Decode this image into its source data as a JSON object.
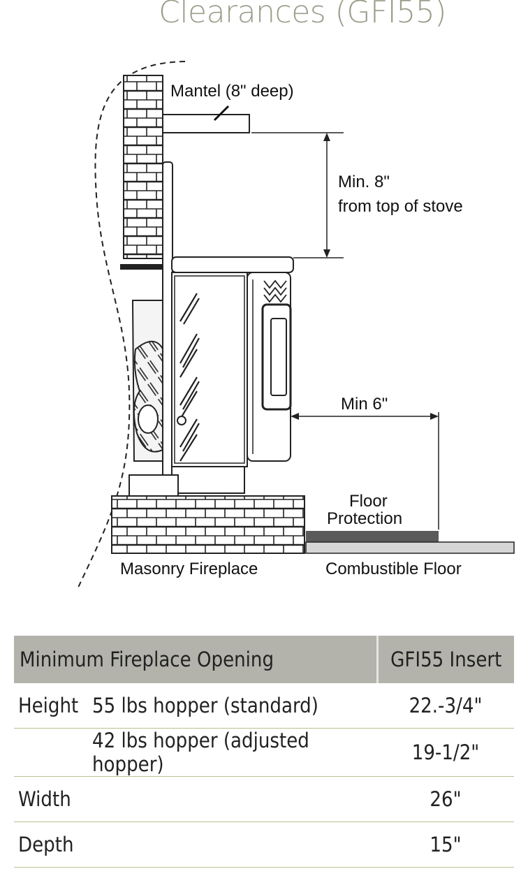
{
  "title": "Clearances (GFI55)",
  "diagram": {
    "mantel_label": "Mantel (8\" deep)",
    "top_clearance_line1": "Min. 8\"",
    "top_clearance_line2": "from top of stove",
    "side_clearance": "Min 6\"",
    "floor_protection_line1": "Floor",
    "floor_protection_line2": "Protection",
    "masonry_label": "Masonry Fireplace",
    "combustible_label": "Combustible Floor"
  },
  "table": {
    "headers": [
      "Minimum Fireplace Opening",
      "GFI55 Insert"
    ],
    "rows": [
      {
        "label": "Height",
        "desc": "55 lbs hopper (standard)",
        "value": "22.-3/4\""
      },
      {
        "label": "",
        "desc": "42 lbs hopper (adjusted hopper)",
        "value": "19-1/2\""
      },
      {
        "label": "Width",
        "desc": "",
        "value": "26\""
      },
      {
        "label": "Depth",
        "desc": "",
        "value": "15\""
      }
    ]
  },
  "colors": {
    "title": "#9a9e8a",
    "header_bg": "#b3b3ac",
    "row_divider": "#b9c28f",
    "floor_protection": "#5a5a5a",
    "combustible_floor": "#d6d6d6"
  }
}
